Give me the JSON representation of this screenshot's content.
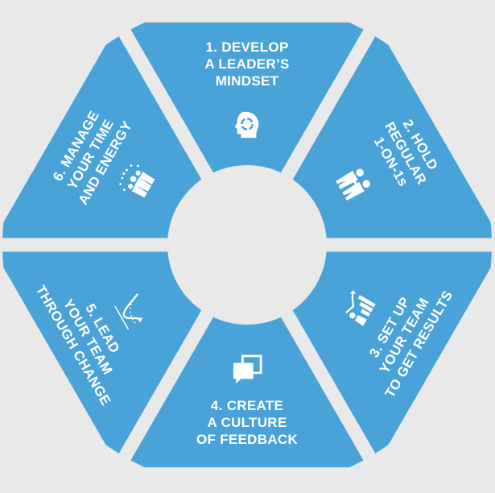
{
  "colors": {
    "background": "#e9e9ea",
    "segment": "#4aa3d8",
    "hub": "#e9e9ea",
    "text": "#ffffff"
  },
  "segments": [
    {
      "lines": [
        "1. DEVELOP",
        "A LEADER’S",
        "MINDSET"
      ],
      "icon": "head-cycle-icon"
    },
    {
      "lines": [
        "2. HOLD",
        "REGULAR",
        "1-ON-1s"
      ],
      "icon": "two-people-icon"
    },
    {
      "lines": [
        "3. SET UP",
        "YOUR TEAM",
        "TO GET RESULTS"
      ],
      "icon": "growth-chart-icon"
    },
    {
      "lines": [
        "4. CREATE",
        "A CULTURE",
        "OF FEEDBACK"
      ],
      "icon": "chat-bubbles-icon"
    },
    {
      "lines": [
        "5. LEAD",
        "YOUR TEAM",
        "THROUGH CHANGE"
      ],
      "icon": "change-curve-icon"
    },
    {
      "lines": [
        "6. MANAGE",
        "YOUR TIME",
        "AND ENERGY"
      ],
      "icon": "energy-people-icon"
    }
  ]
}
